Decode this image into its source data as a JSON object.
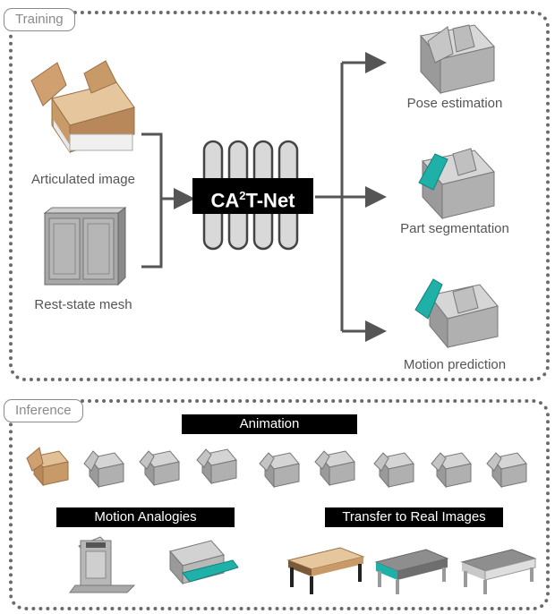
{
  "training": {
    "label": "Training",
    "inputs": {
      "articulated": "Articulated image",
      "rest": "Rest-state mesh"
    },
    "network": {
      "prefix": "CA",
      "sup": "2",
      "suffix": "T-Net"
    },
    "outputs": {
      "pose": "Pose estimation",
      "segmentation": "Part segmentation",
      "motion": "Motion prediction"
    }
  },
  "inference": {
    "label": "Inference",
    "animation": "Animation",
    "motion_analogies": "Motion Analogies",
    "transfer": "Transfer to Real Images"
  },
  "colors": {
    "wood": "#c79a68",
    "highlight": "#1fb0a8",
    "metal": "#b4b4b4",
    "dark": "#000000"
  }
}
